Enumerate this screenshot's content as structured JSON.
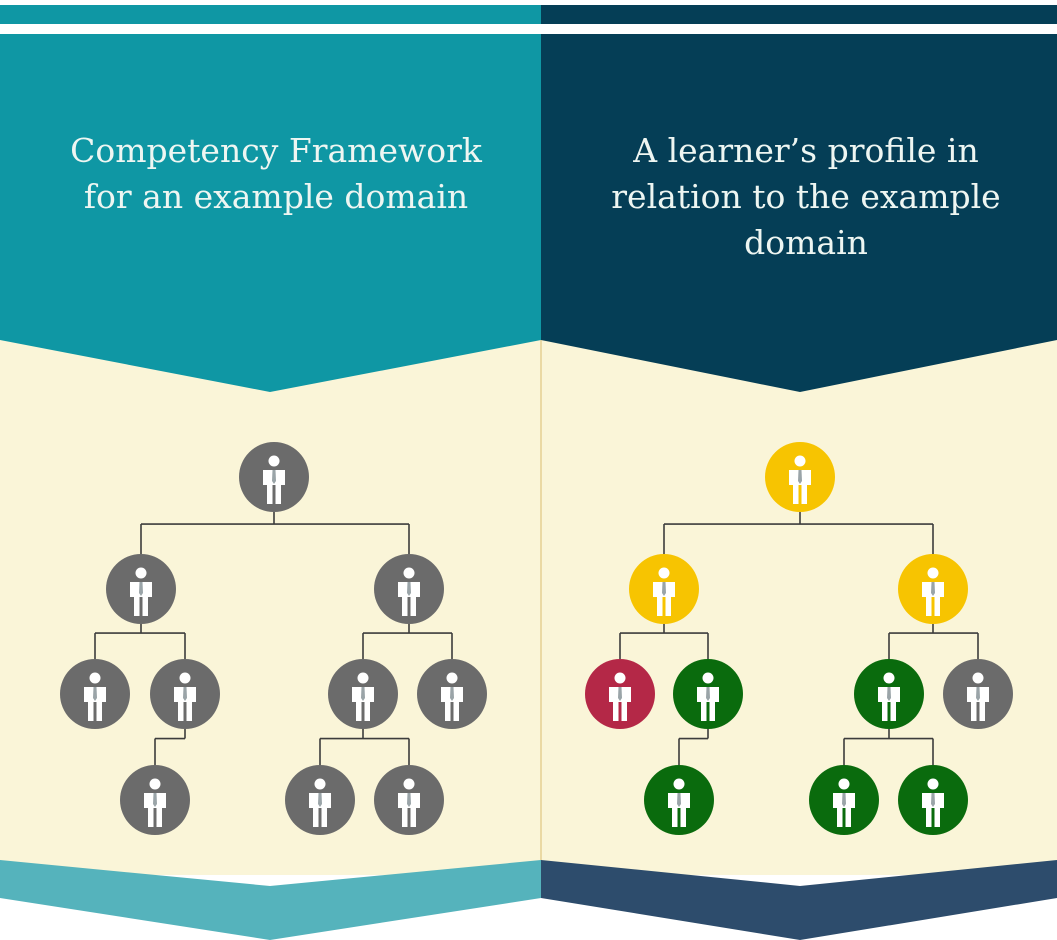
{
  "panels": [
    {
      "title": "Competency Framework for an example domain",
      "header_color": "#0f97a4",
      "footer_color": "#55b3bc",
      "nodes": [
        {
          "id": "root",
          "parent": null,
          "status": "not-assessed"
        },
        {
          "id": "a",
          "parent": "root",
          "status": "not-assessed"
        },
        {
          "id": "b",
          "parent": "root",
          "status": "not-assessed"
        },
        {
          "id": "a1",
          "parent": "a",
          "status": "not-assessed"
        },
        {
          "id": "a2",
          "parent": "a",
          "status": "not-assessed"
        },
        {
          "id": "a2x",
          "parent": "a2",
          "status": "not-assessed"
        },
        {
          "id": "b1",
          "parent": "b",
          "status": "not-assessed"
        },
        {
          "id": "b2",
          "parent": "b",
          "status": "not-assessed"
        },
        {
          "id": "b1x",
          "parent": "b1",
          "status": "not-assessed"
        },
        {
          "id": "b1y",
          "parent": "b1",
          "status": "not-assessed"
        }
      ]
    },
    {
      "title": "A learner’s profile in relation to the example domain",
      "header_color": "#053e56",
      "footer_color": "#2d4c6c",
      "nodes": [
        {
          "id": "root",
          "parent": null,
          "status": "partial"
        },
        {
          "id": "a",
          "parent": "root",
          "status": "partial"
        },
        {
          "id": "b",
          "parent": "root",
          "status": "partial"
        },
        {
          "id": "a1",
          "parent": "a",
          "status": "not-mastered"
        },
        {
          "id": "a2",
          "parent": "a",
          "status": "mastered"
        },
        {
          "id": "a2x",
          "parent": "a2",
          "status": "mastered"
        },
        {
          "id": "b1",
          "parent": "b",
          "status": "mastered"
        },
        {
          "id": "b2",
          "parent": "b",
          "status": "not-assessed"
        },
        {
          "id": "b1x",
          "parent": "b1",
          "status": "mastered"
        },
        {
          "id": "b1y",
          "parent": "b1",
          "status": "mastered"
        }
      ]
    }
  ],
  "status_colors": {
    "not-assessed": "#6b6b6b",
    "partial": "#f7c401",
    "mastered": "#0a6b0d",
    "not-mastered": "#b42847"
  },
  "background_color": "#faf5d8",
  "node_icon": "person-icon"
}
